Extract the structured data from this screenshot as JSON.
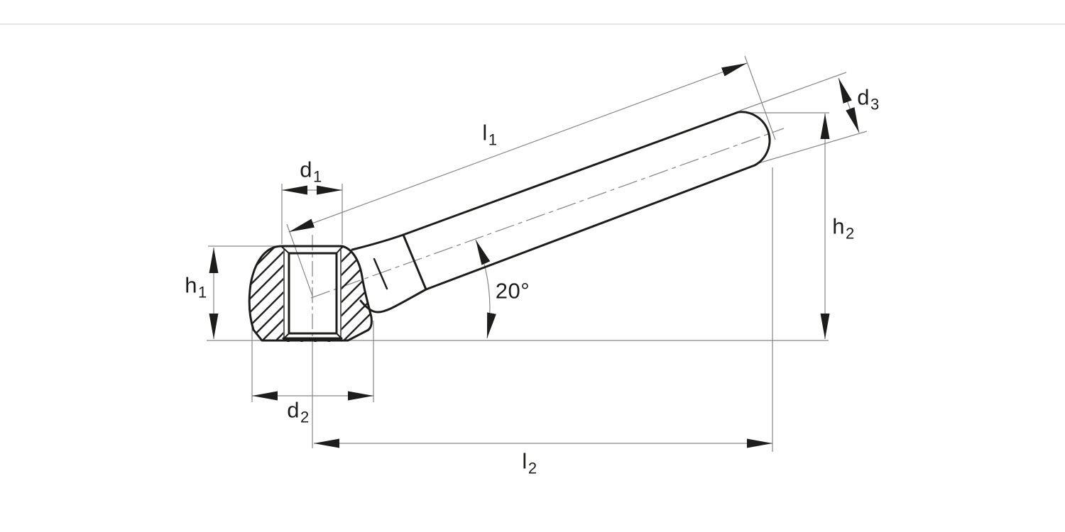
{
  "page": {
    "background": "#ffffff",
    "divider_color": "#e7e7e7"
  },
  "drawing": {
    "colors": {
      "line": "#1d1d1b",
      "dimension": "#868686"
    },
    "labels": {
      "d1": {
        "base": "d",
        "sub": "1"
      },
      "l1": {
        "base": "l",
        "sub": "1"
      },
      "d3": {
        "base": "d",
        "sub": "3"
      },
      "h2": {
        "base": "h",
        "sub": "2"
      },
      "h1": {
        "base": "h",
        "sub": "1"
      },
      "d2": {
        "base": "d",
        "sub": "2"
      },
      "l2": {
        "base": "l",
        "sub": "2"
      },
      "angle": {
        "text": "20°"
      }
    }
  }
}
